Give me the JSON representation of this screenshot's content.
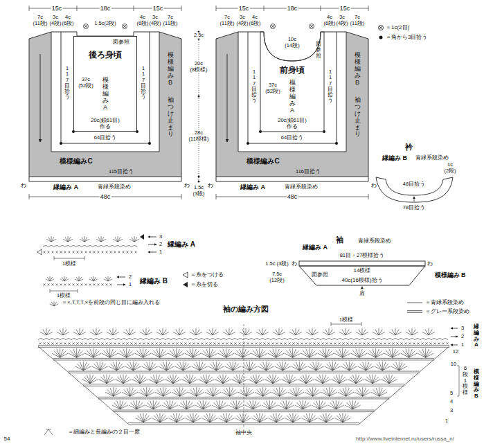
{
  "diagram": {
    "nodes": [
      {
        "text": [
          "模様編みC"
        ]
      },
      {
        "text": [
          "後ろ身頃",
          "模様編み A",
          "37c (52段)"
        ],
        "in": 0
      },
      {
        "text": [
          "模様編みC"
        ]
      },
      {
        "text": [
          "前身頃",
          "模様編み A",
          "37c (52段)"
        ],
        "in": 2
      },
      {
        "text": [
          "衿",
          "縁編み B",
          "青緑系段染め"
        ]
      },
      {
        "text": [
          "図参照",
          "14模様",
          "40c(16模様)拾う"
        ]
      }
    ],
    "labels": [
      "15c",
      "18c",
      "15c",
      "7c (11段)",
      "3c (4段)",
      "4c (6段)",
      "1.5c(2段)",
      "4c (6段)",
      "3c (4段)",
      "7c (11段)",
      "図参照",
      "117目拾う",
      "117目拾う",
      "20c(鎖61目) 作る",
      "64目拾う",
      "模様編み B",
      "袖つけ止まり",
      "115目拾う",
      "縁編み A",
      "青緑系段染め",
      "48c",
      "わ",
      "わ",
      "2.5c",
      "20c (8模様)",
      "28c (11模様)",
      "1.5c (3段)",
      "15c",
      "18c",
      "15c",
      "7c (11段)",
      "3c (4段)",
      "4c (6段)",
      "4c (6段)",
      "3c (4段)",
      "7c (11段)",
      "10c (14段)",
      "図参照",
      "117目拾う",
      "117目拾う",
      "20c(鎖61目) 作る",
      "64目拾う",
      "模様編み B",
      "袖つけ止まり",
      "116目拾う",
      "縁編み A",
      "青緑系段染め",
      "48c",
      "わ",
      "わ",
      "48目拾う",
      "1c (2段)",
      "78目拾う",
      "3",
      "2",
      "1",
      "縁編み A",
      "1模様",
      "2",
      "1",
      "縁編み B",
      "1模様",
      "袖",
      "青緑系段染め",
      "縁編み A",
      "81目・27模様拾う",
      "1.5c (3段)",
      "わ",
      "わ",
      "7.5c (12段)",
      "模様編み B",
      "肩",
      "＝×,T,T,T,×を前段の同じ目に編み入れる",
      "袖の編み方図",
      "1模様",
      "3",
      "2",
      "1",
      "縁編み A",
      "12",
      "10",
      "6段1模様",
      "模様編み B",
      "5",
      "4",
      "3",
      "1",
      "＝細編みと長編みの２目一度",
      "袖中央",
      "54",
      "http://www.liveinternet.ru/users/russa_n/"
    ],
    "legend": [
      {
        "text": "＝1c(2目)"
      },
      {
        "text": "＝角から3目拾う"
      },
      {
        "text": "＝糸をつける"
      },
      {
        "text": "＝糸を切る"
      },
      {
        "text": "＝青緑系段染め"
      },
      {
        "text": "＝グレー系段染め"
      }
    ]
  }
}
